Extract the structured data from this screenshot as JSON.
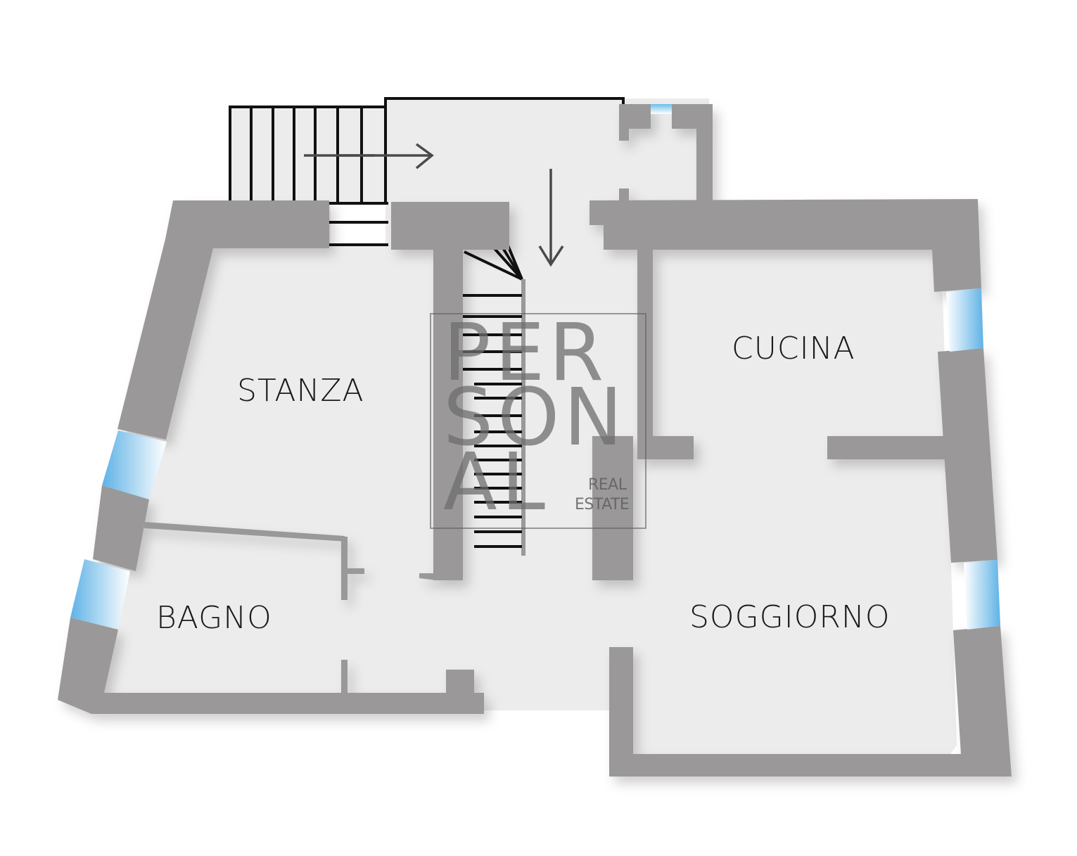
{
  "plan": {
    "rooms": [
      {
        "id": "stanza",
        "label": "STANZA"
      },
      {
        "id": "cucina",
        "label": "CUCINA"
      },
      {
        "id": "bagno",
        "label": "BAGNO"
      },
      {
        "id": "soggiorno",
        "label": "SOGGIORNO"
      }
    ],
    "watermark": {
      "line1": "PER",
      "line2": "SON",
      "line3": "AL",
      "sub1": "REAL",
      "sub2": "ESTATE"
    },
    "colors": {
      "wall": "#9a9899",
      "floor": "#ececec",
      "window": "#7cc4ec",
      "stairs": "#111111",
      "background": "#ffffff"
    },
    "icons": {
      "entry_arrow": "arrow-right-icon",
      "stair_arrow": "arrow-down-icon"
    }
  }
}
